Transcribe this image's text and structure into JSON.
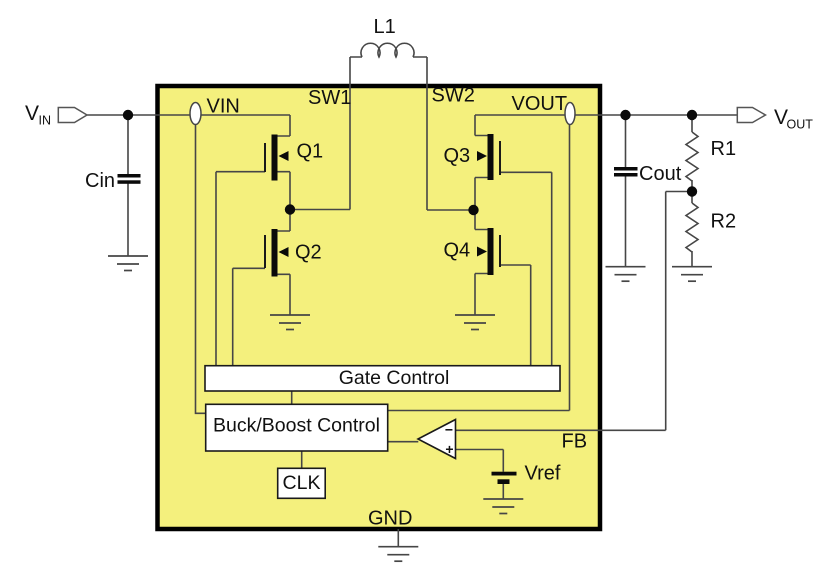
{
  "colors": {
    "ic_fill": "#F4F07D",
    "ic_border": "#000000",
    "wire": "#464646",
    "block_fill": "#FFFFFF",
    "text": "#111111"
  },
  "ports": {
    "vin": {
      "main": "V",
      "sub": "IN"
    },
    "vout": {
      "main": "V",
      "sub": "OUT"
    }
  },
  "external": {
    "inductor": "L1",
    "input_cap": "Cin",
    "output_cap": "Cout",
    "r1": "R1",
    "r2": "R2"
  },
  "ic": {
    "pins": {
      "vin": "VIN",
      "sw1": "SW1",
      "sw2": "SW2",
      "vout": "VOUT",
      "fb": "FB",
      "gnd": "GND"
    },
    "transistors": {
      "q1": "Q1",
      "q2": "Q2",
      "q3": "Q3",
      "q4": "Q4"
    },
    "blocks": {
      "gate_control": "Gate Control",
      "buck_boost": "Buck/Boost Control",
      "clk": "CLK"
    },
    "comparator": {
      "minus": "−",
      "plus": "+"
    },
    "vref": "Vref"
  }
}
